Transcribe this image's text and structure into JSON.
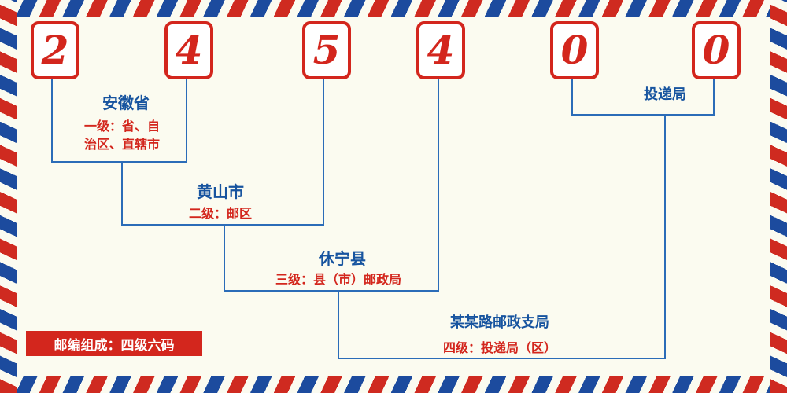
{
  "postal_code": {
    "value": "245400",
    "digits": [
      "2",
      "4",
      "5",
      "4",
      "0",
      "0"
    ]
  },
  "levels": [
    {
      "name": "安徽省",
      "desc_line1": "一级：省、自",
      "desc_line2": "治区、直辖市"
    },
    {
      "name": "黄山市",
      "desc": "二级：邮区"
    },
    {
      "name": "休宁县",
      "desc": "三级：县（市）邮政局"
    },
    {
      "name": "某某路邮政支局",
      "desc": "四级：投递局（区）"
    }
  ],
  "delivery_label": "投递局",
  "footer": {
    "badge_text": "邮编组成：四级六码"
  },
  "colors": {
    "digit_red": "#d3261d",
    "label_blue": "#17549f",
    "line_blue": "#2b6cb8",
    "badge_bg": "#d3261d",
    "border_red": "#cf2a20",
    "border_blue": "#1c4b9e",
    "background": "#fbfbf0"
  }
}
